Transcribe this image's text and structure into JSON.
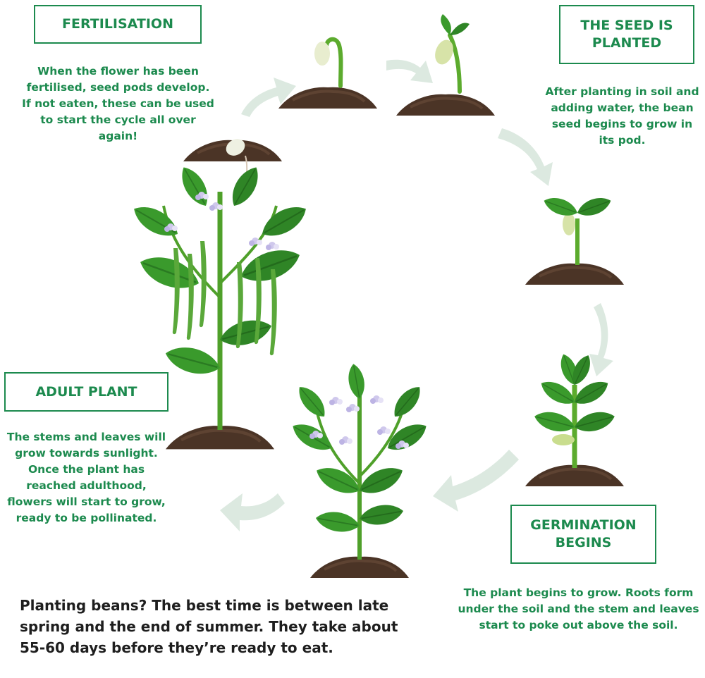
{
  "stages": {
    "fertilisation": {
      "title": "FERTILISATION",
      "description": "When the flower has been fertilised, seed pods develop. If not eaten, these can be used to start the cycle all over again!"
    },
    "seed_planted": {
      "title": "THE SEED IS PLANTED",
      "description": "After planting in soil and adding water, the bean seed begins to grow in its pod."
    },
    "germination": {
      "title": "GERMINATION BEGINS",
      "description": "The plant begins to grow. Roots form under the soil and the stem and leaves start to poke out above the soil."
    },
    "adult_plant": {
      "title": "ADULT PLANT",
      "description": "The stems and leaves will grow towards sunlight. Once the plant has reached adulthood, flowers will start to grow, ready to be pollinated."
    }
  },
  "footer": {
    "text": "Planting beans? The best time is between late spring and the end of summer. They take about 55-60 days before they’re ready to eat."
  },
  "colors": {
    "accent_green": "#1c8a4e",
    "leaf_green": "#3a9a2c",
    "soil_brown": "#4b3426",
    "arrow_pale": "#dce9e0",
    "flower_lilac": "#cfc8ec"
  }
}
